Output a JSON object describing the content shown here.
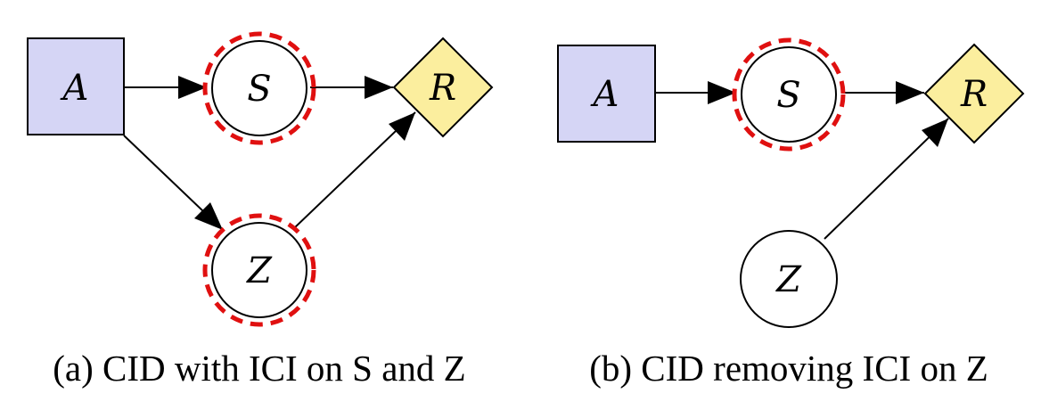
{
  "colors": {
    "action_fill": "#d5d5f5",
    "utility_fill": "#fbee9e",
    "chance_fill": "#ffffff",
    "highlight": "#e01010",
    "stroke": "#000000"
  },
  "diagram_a": {
    "caption": "(a) CID with ICI on S and Z",
    "nodes": {
      "A": {
        "label": "A",
        "kind": "decision"
      },
      "S": {
        "label": "S",
        "kind": "chance",
        "ici": true
      },
      "R": {
        "label": "R",
        "kind": "utility"
      },
      "Z": {
        "label": "Z",
        "kind": "chance",
        "ici": true
      }
    },
    "edges": [
      [
        "A",
        "S"
      ],
      [
        "S",
        "R"
      ],
      [
        "A",
        "Z"
      ],
      [
        "Z",
        "R"
      ]
    ]
  },
  "diagram_b": {
    "caption": "(b) CID removing ICI on Z",
    "nodes": {
      "A": {
        "label": "A",
        "kind": "decision"
      },
      "S": {
        "label": "S",
        "kind": "chance",
        "ici": true
      },
      "R": {
        "label": "R",
        "kind": "utility"
      },
      "Z": {
        "label": "Z",
        "kind": "chance",
        "ici": false
      }
    },
    "edges": [
      [
        "A",
        "S"
      ],
      [
        "S",
        "R"
      ],
      [
        "Z",
        "R"
      ]
    ]
  }
}
